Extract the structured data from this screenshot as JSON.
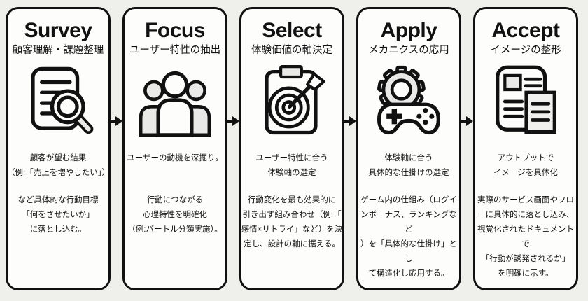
{
  "colors": {
    "background": "#efefec",
    "card_background": "#fdfdfc",
    "outline": "#111111",
    "icon_gray_fill": "#e9e9e7"
  },
  "steps": [
    {
      "title": "Survey",
      "subtitle": "顧客理解・課題整理",
      "icon": "document-magnifier-icon",
      "body1": "顧客が望む結果\n（例:「売上を増やしたい」）",
      "body2": "など具体的な行動目標\n「何をさせたいか」\nに落とし込む。"
    },
    {
      "title": "Focus",
      "subtitle": "ユーザー特性の抽出",
      "icon": "users-icon",
      "body1": "ユーザーの動機を深掘り。",
      "body2": "行動につながる\n心理特性を明確化\n（例:バートル分類実施）。"
    },
    {
      "title": "Select",
      "subtitle": "体験価値の軸決定",
      "icon": "target-clipboard-icon",
      "body1": "ユーザー特性に合う\n体験軸の選定",
      "body2": "行動変化を最も効果的に\n引き出す組み合わせ（例:「\n感情×リトライ」など）を決\n定し、設計の軸に据える。"
    },
    {
      "title": "Apply",
      "subtitle": "メカニクスの応用",
      "icon": "gear-gamepad-icon",
      "body1": "体験軸に合う\n具体的な仕掛けの選定",
      "body2": "ゲーム内の仕組み（ログイ\nンボーナス、ランキングなど\n）を「具体的な仕掛け」とし\nて構造化し応用する。"
    },
    {
      "title": "Accept",
      "subtitle": "イメージの整形",
      "icon": "documents-icon",
      "body1": "アウトプットで\nイメージを具体化",
      "body2": "実際のサービス画面やフロ\nーに具体的に落とし込み、\n視覚化されたドキュメントで\n「行動が誘発されるか」\nを明確に示す。"
    }
  ]
}
